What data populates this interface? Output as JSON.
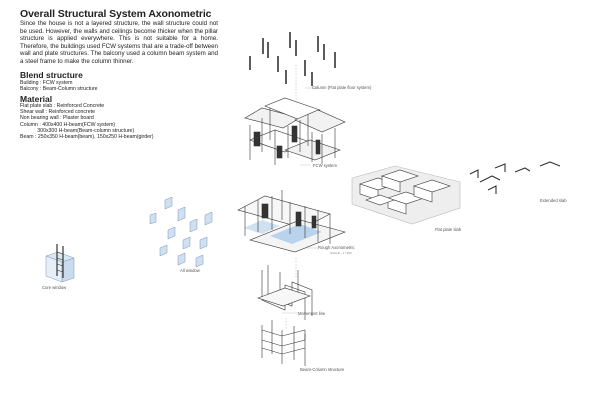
{
  "header": {
    "title": "Overall Structural System Axonometric",
    "intro": "Since the house is not a layered structure, the wall structure could not be used. However, the walls and ceilings become thicker when the pillar structure is applied everywhere. This is not suitable for a home. Therefore, the buildings used FCW systems that are a trade-off between wall and plate structures. The balcony used a column beam system and a steel frame to make the column thinner."
  },
  "blend": {
    "heading": "Blend structure",
    "items": [
      "Building : FCW system",
      "Balcony : Beam-Column structure"
    ]
  },
  "material": {
    "heading": "Material",
    "items": [
      "Flat plate slab : Reinforced Concrete",
      "Shear wall : Reinforced concrete",
      "Non bearing wall : Plaster board",
      "Column : 400x400 H-beam(FCW system)",
      "            300x300 H-beam(Beam-column structure)",
      "Beam : 250x350 H-beam(beam), 150x250 H-beam(girder)"
    ]
  },
  "labels": {
    "column": "Column (Flat plate floor system)",
    "fcw": "FCW system",
    "rough": "Rough Axonometric",
    "scale": "SCALE : 1 / 300",
    "flat_slab": "Flat plate slab",
    "extended_slab": "Extended slab",
    "core_window": "Core window",
    "all_window": "All window",
    "movement_line": "Movement line",
    "beam_column": "Beam-Column structure"
  },
  "colors": {
    "line": "#333333",
    "accent_blue": "#b9d3ec",
    "light_fill": "#f2f2f2"
  }
}
